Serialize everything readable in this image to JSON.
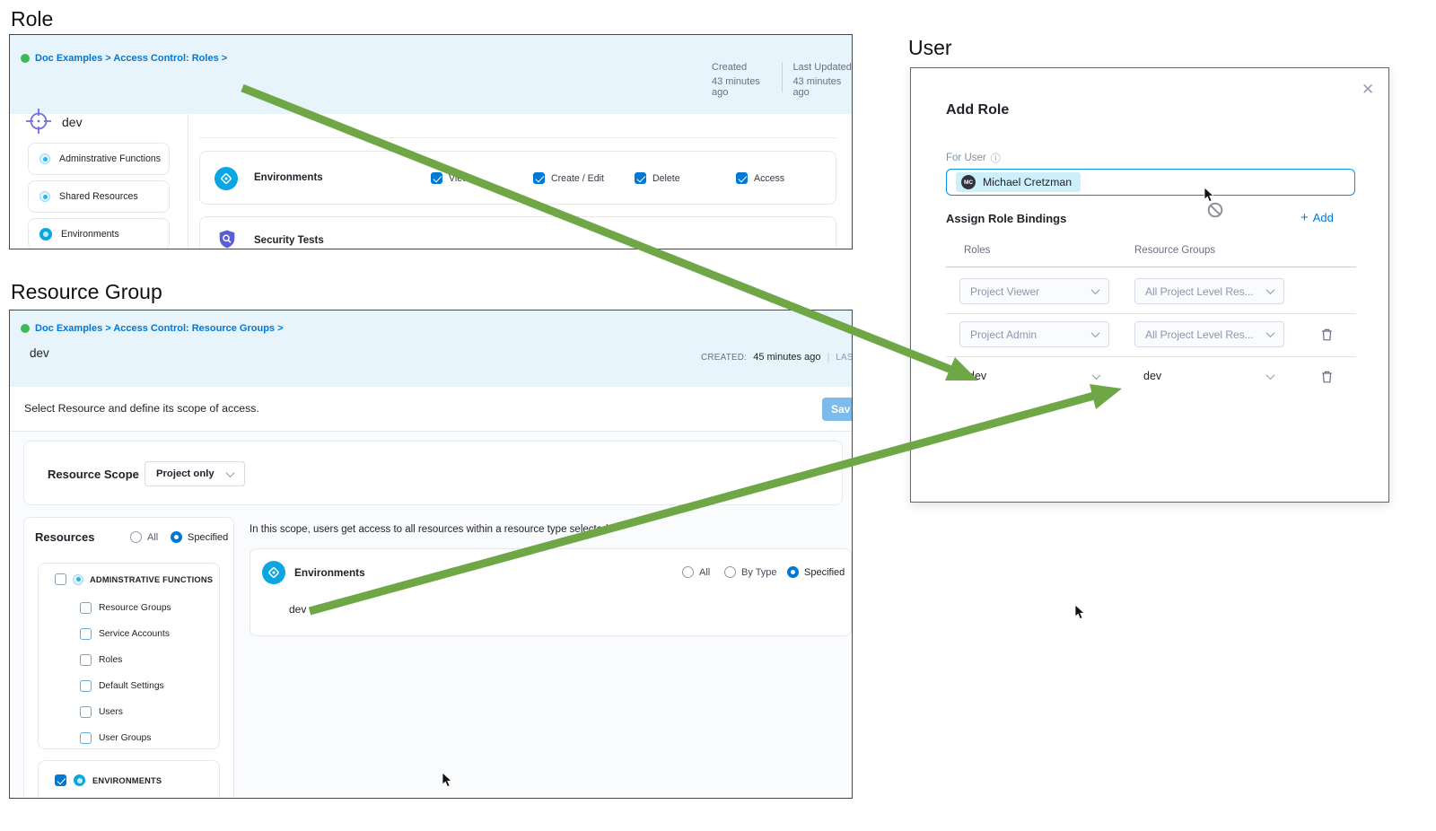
{
  "sections": {
    "role_title": "Role",
    "resource_group_title": "Resource Group",
    "user_title": "User"
  },
  "role_panel": {
    "breadcrumb": "Doc Examples > Access Control: Roles >",
    "name": "dev",
    "meta": {
      "created_label": "Created",
      "created_value": "43 minutes ago",
      "updated_label": "Last Updated",
      "updated_value": "43 minutes ago"
    },
    "sidebar": [
      "Adminstrative Functions",
      "Shared Resources",
      "Environments"
    ],
    "environments_row": {
      "label": "Environments",
      "permissions": [
        "View",
        "Create / Edit",
        "Delete",
        "Access"
      ]
    },
    "security_row": {
      "label": "Security Tests"
    }
  },
  "resource_group_panel": {
    "breadcrumb": "Doc Examples > Access Control: Resource Groups >",
    "name": "dev",
    "meta": {
      "created_label": "CREATED:",
      "created_value": "45 minutes ago",
      "separator": "|",
      "updated_label": "LAST UPD"
    },
    "description": "Select Resource and define its scope of access.",
    "save_button": "Sav",
    "resource_scope": {
      "label": "Resource Scope",
      "value": "Project only"
    },
    "resources": {
      "label": "Resources",
      "option_all": "All",
      "option_specified": "Specified",
      "admin_group": {
        "label": "ADMINSTRATIVE FUNCTIONS",
        "children": [
          "Resource Groups",
          "Service Accounts",
          "Roles",
          "Default Settings",
          "Users",
          "User Groups"
        ]
      },
      "environments_group": {
        "label": "ENVIRONMENTS"
      }
    },
    "scope_note": "In this scope, users get access to all resources within a resource type selected",
    "environments_card": {
      "label": "Environments",
      "option_all": "All",
      "option_by_type": "By Type",
      "option_specified": "Specified",
      "selected_resource": "dev"
    }
  },
  "user_modal": {
    "title": "Add Role",
    "for_user_label": "For User",
    "user": {
      "name": "Michael Cretzman",
      "initials": "MC"
    },
    "assign_label": "Assign Role Bindings",
    "add_button": "Add",
    "columns": {
      "roles": "Roles",
      "resource_groups": "Resource Groups"
    },
    "bindings": [
      {
        "role": "Project Viewer",
        "resource_group": "All Project Level Res..."
      },
      {
        "role": "Project Admin",
        "resource_group": "All Project Level Res..."
      },
      {
        "role": "dev",
        "resource_group": "dev"
      }
    ]
  },
  "colors": {
    "accent_blue": "#0278d5",
    "header_blue": "#e7f4fb",
    "arrow_green": "#6fa746"
  }
}
